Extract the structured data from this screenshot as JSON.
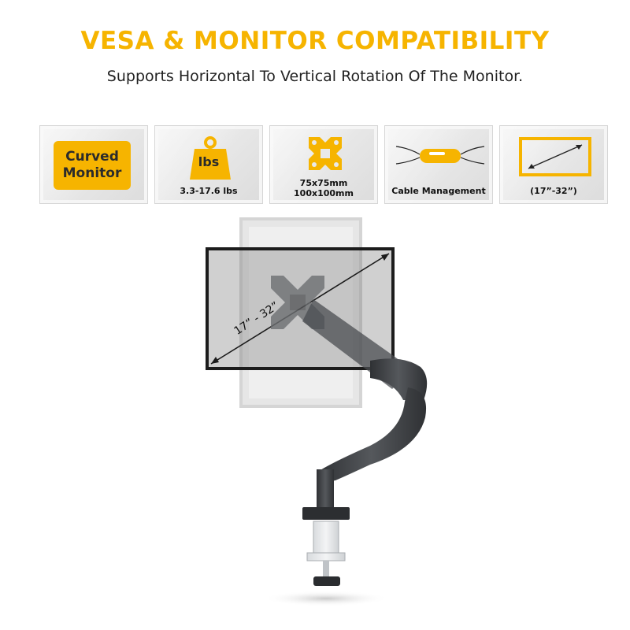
{
  "header": {
    "title": "VESA & MONITOR COMPATIBILITY",
    "subtitle": "Supports Horizontal To Vertical Rotation Of The Monitor."
  },
  "colors": {
    "accent": "#f6b400",
    "text_dark": "#2b2b2b",
    "arm": "#3d3f42"
  },
  "features": [
    {
      "icon": "curved-monitor-icon",
      "label": "Curved Monitor",
      "badge_line1": "Curved",
      "badge_line2": "Monitor"
    },
    {
      "icon": "weight-icon",
      "label": "lbs",
      "caption": "3.3-17.6 lbs"
    },
    {
      "icon": "vesa-plate-icon",
      "caption_line1": "75x75mm",
      "caption_line2": "100x100mm"
    },
    {
      "icon": "cable-management-icon",
      "caption": "Cable Management"
    },
    {
      "icon": "screen-size-icon",
      "caption": "(17”-32”)"
    }
  ],
  "product": {
    "size_label": "17” - 32”"
  }
}
